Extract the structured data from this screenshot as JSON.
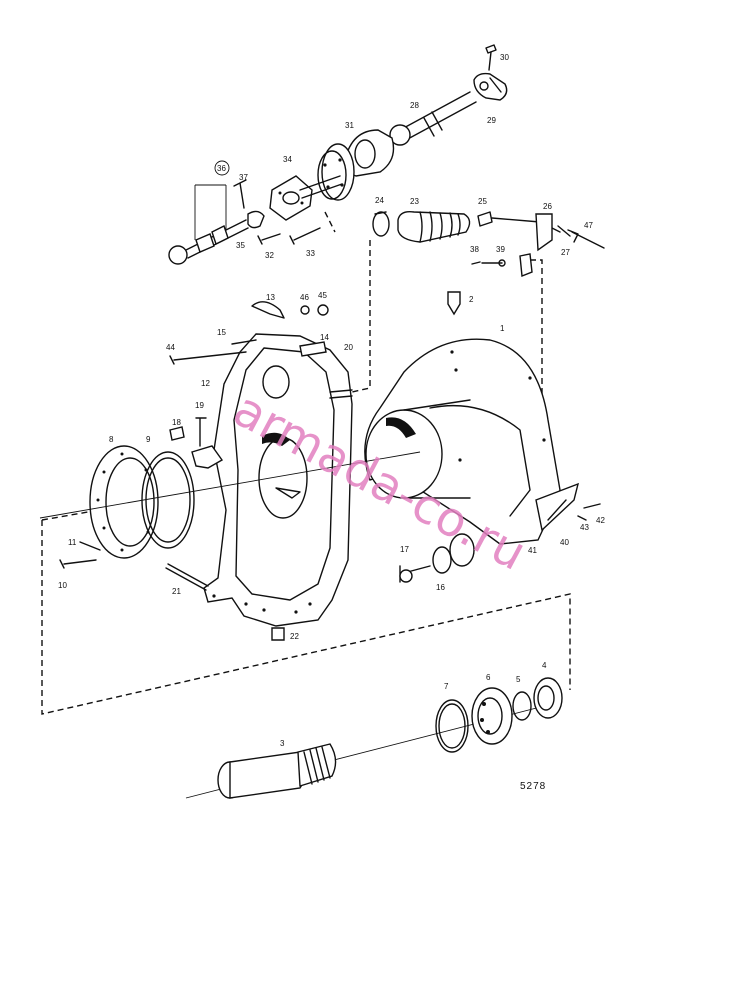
{
  "figure_number": "5278",
  "watermark": "armada-co.ru",
  "callouts": [
    {
      "id": "c30",
      "text": "30"
    },
    {
      "id": "c29",
      "text": "29"
    },
    {
      "id": "c28",
      "text": "28"
    },
    {
      "id": "c31",
      "text": "31"
    },
    {
      "id": "c34",
      "text": "34"
    },
    {
      "id": "c36",
      "text": "36"
    },
    {
      "id": "c37",
      "text": "37"
    },
    {
      "id": "c35",
      "text": "35"
    },
    {
      "id": "c32",
      "text": "32"
    },
    {
      "id": "c33",
      "text": "33"
    },
    {
      "id": "c24",
      "text": "24"
    },
    {
      "id": "c23",
      "text": "23"
    },
    {
      "id": "c25",
      "text": "25"
    },
    {
      "id": "c26",
      "text": "26"
    },
    {
      "id": "c47",
      "text": "47"
    },
    {
      "id": "c38",
      "text": "38"
    },
    {
      "id": "c39",
      "text": "39"
    },
    {
      "id": "c27",
      "text": "27"
    },
    {
      "id": "c13",
      "text": "13"
    },
    {
      "id": "c46",
      "text": "46"
    },
    {
      "id": "c45",
      "text": "45"
    },
    {
      "id": "c2",
      "text": "2"
    },
    {
      "id": "c15",
      "text": "15"
    },
    {
      "id": "c14",
      "text": "14"
    },
    {
      "id": "c1",
      "text": "1"
    },
    {
      "id": "c44",
      "text": "44"
    },
    {
      "id": "c20",
      "text": "20"
    },
    {
      "id": "c12",
      "text": "12"
    },
    {
      "id": "c19",
      "text": "19"
    },
    {
      "id": "c18",
      "text": "18"
    },
    {
      "id": "c8",
      "text": "8"
    },
    {
      "id": "c9",
      "text": "9"
    },
    {
      "id": "c42",
      "text": "42"
    },
    {
      "id": "c43",
      "text": "43"
    },
    {
      "id": "c40",
      "text": "40"
    },
    {
      "id": "c41",
      "text": "41"
    },
    {
      "id": "c11",
      "text": "11"
    },
    {
      "id": "c17",
      "text": "17"
    },
    {
      "id": "c10",
      "text": "10"
    },
    {
      "id": "c16",
      "text": "16"
    },
    {
      "id": "c21",
      "text": "21"
    },
    {
      "id": "c22",
      "text": "22"
    },
    {
      "id": "c7",
      "text": "7"
    },
    {
      "id": "c6",
      "text": "6"
    },
    {
      "id": "c5",
      "text": "5"
    },
    {
      "id": "c4",
      "text": "4"
    },
    {
      "id": "c3",
      "text": "3"
    }
  ]
}
